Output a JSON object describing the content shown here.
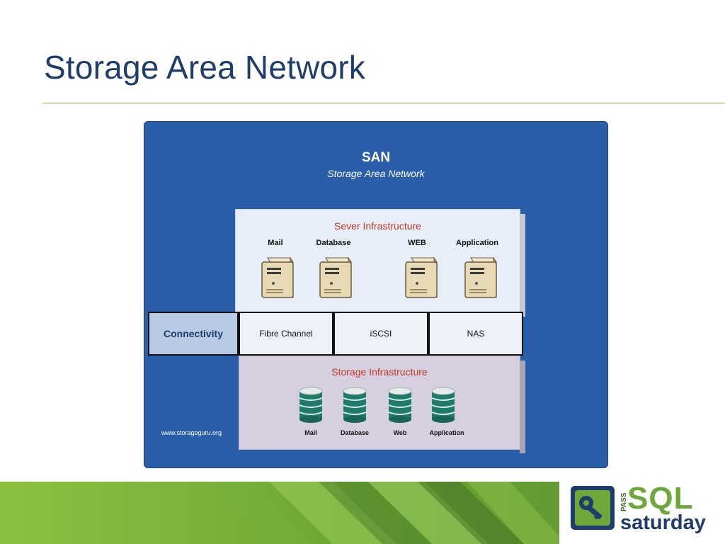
{
  "slide": {
    "title": "Storage Area Network"
  },
  "diagram": {
    "san_title": "SAN",
    "san_subtitle": "Storage Area Network",
    "server_infrastructure": {
      "title": "Sever Infrastructure",
      "servers": [
        "Mail",
        "Database",
        "WEB",
        "Application"
      ]
    },
    "connectivity": {
      "label": "Connectivity",
      "options": [
        "Fibre Channel",
        "iSCSI",
        "NAS"
      ]
    },
    "storage_infrastructure": {
      "title": "Storage Infrastructure",
      "storage": [
        "Mail",
        "Database",
        "Web",
        "Application"
      ]
    },
    "credit": "www.storageguru.org"
  },
  "logo": {
    "pass": "PASS",
    "sql": "SQL",
    "saturday": "saturday"
  },
  "colors": {
    "title": "#1f3d6b",
    "rule": "#8bb342",
    "panel": "#2b5ea8",
    "section_title": "#c0392b",
    "banner_green": "#7db234",
    "disk_teal": "#1f7a6a"
  }
}
